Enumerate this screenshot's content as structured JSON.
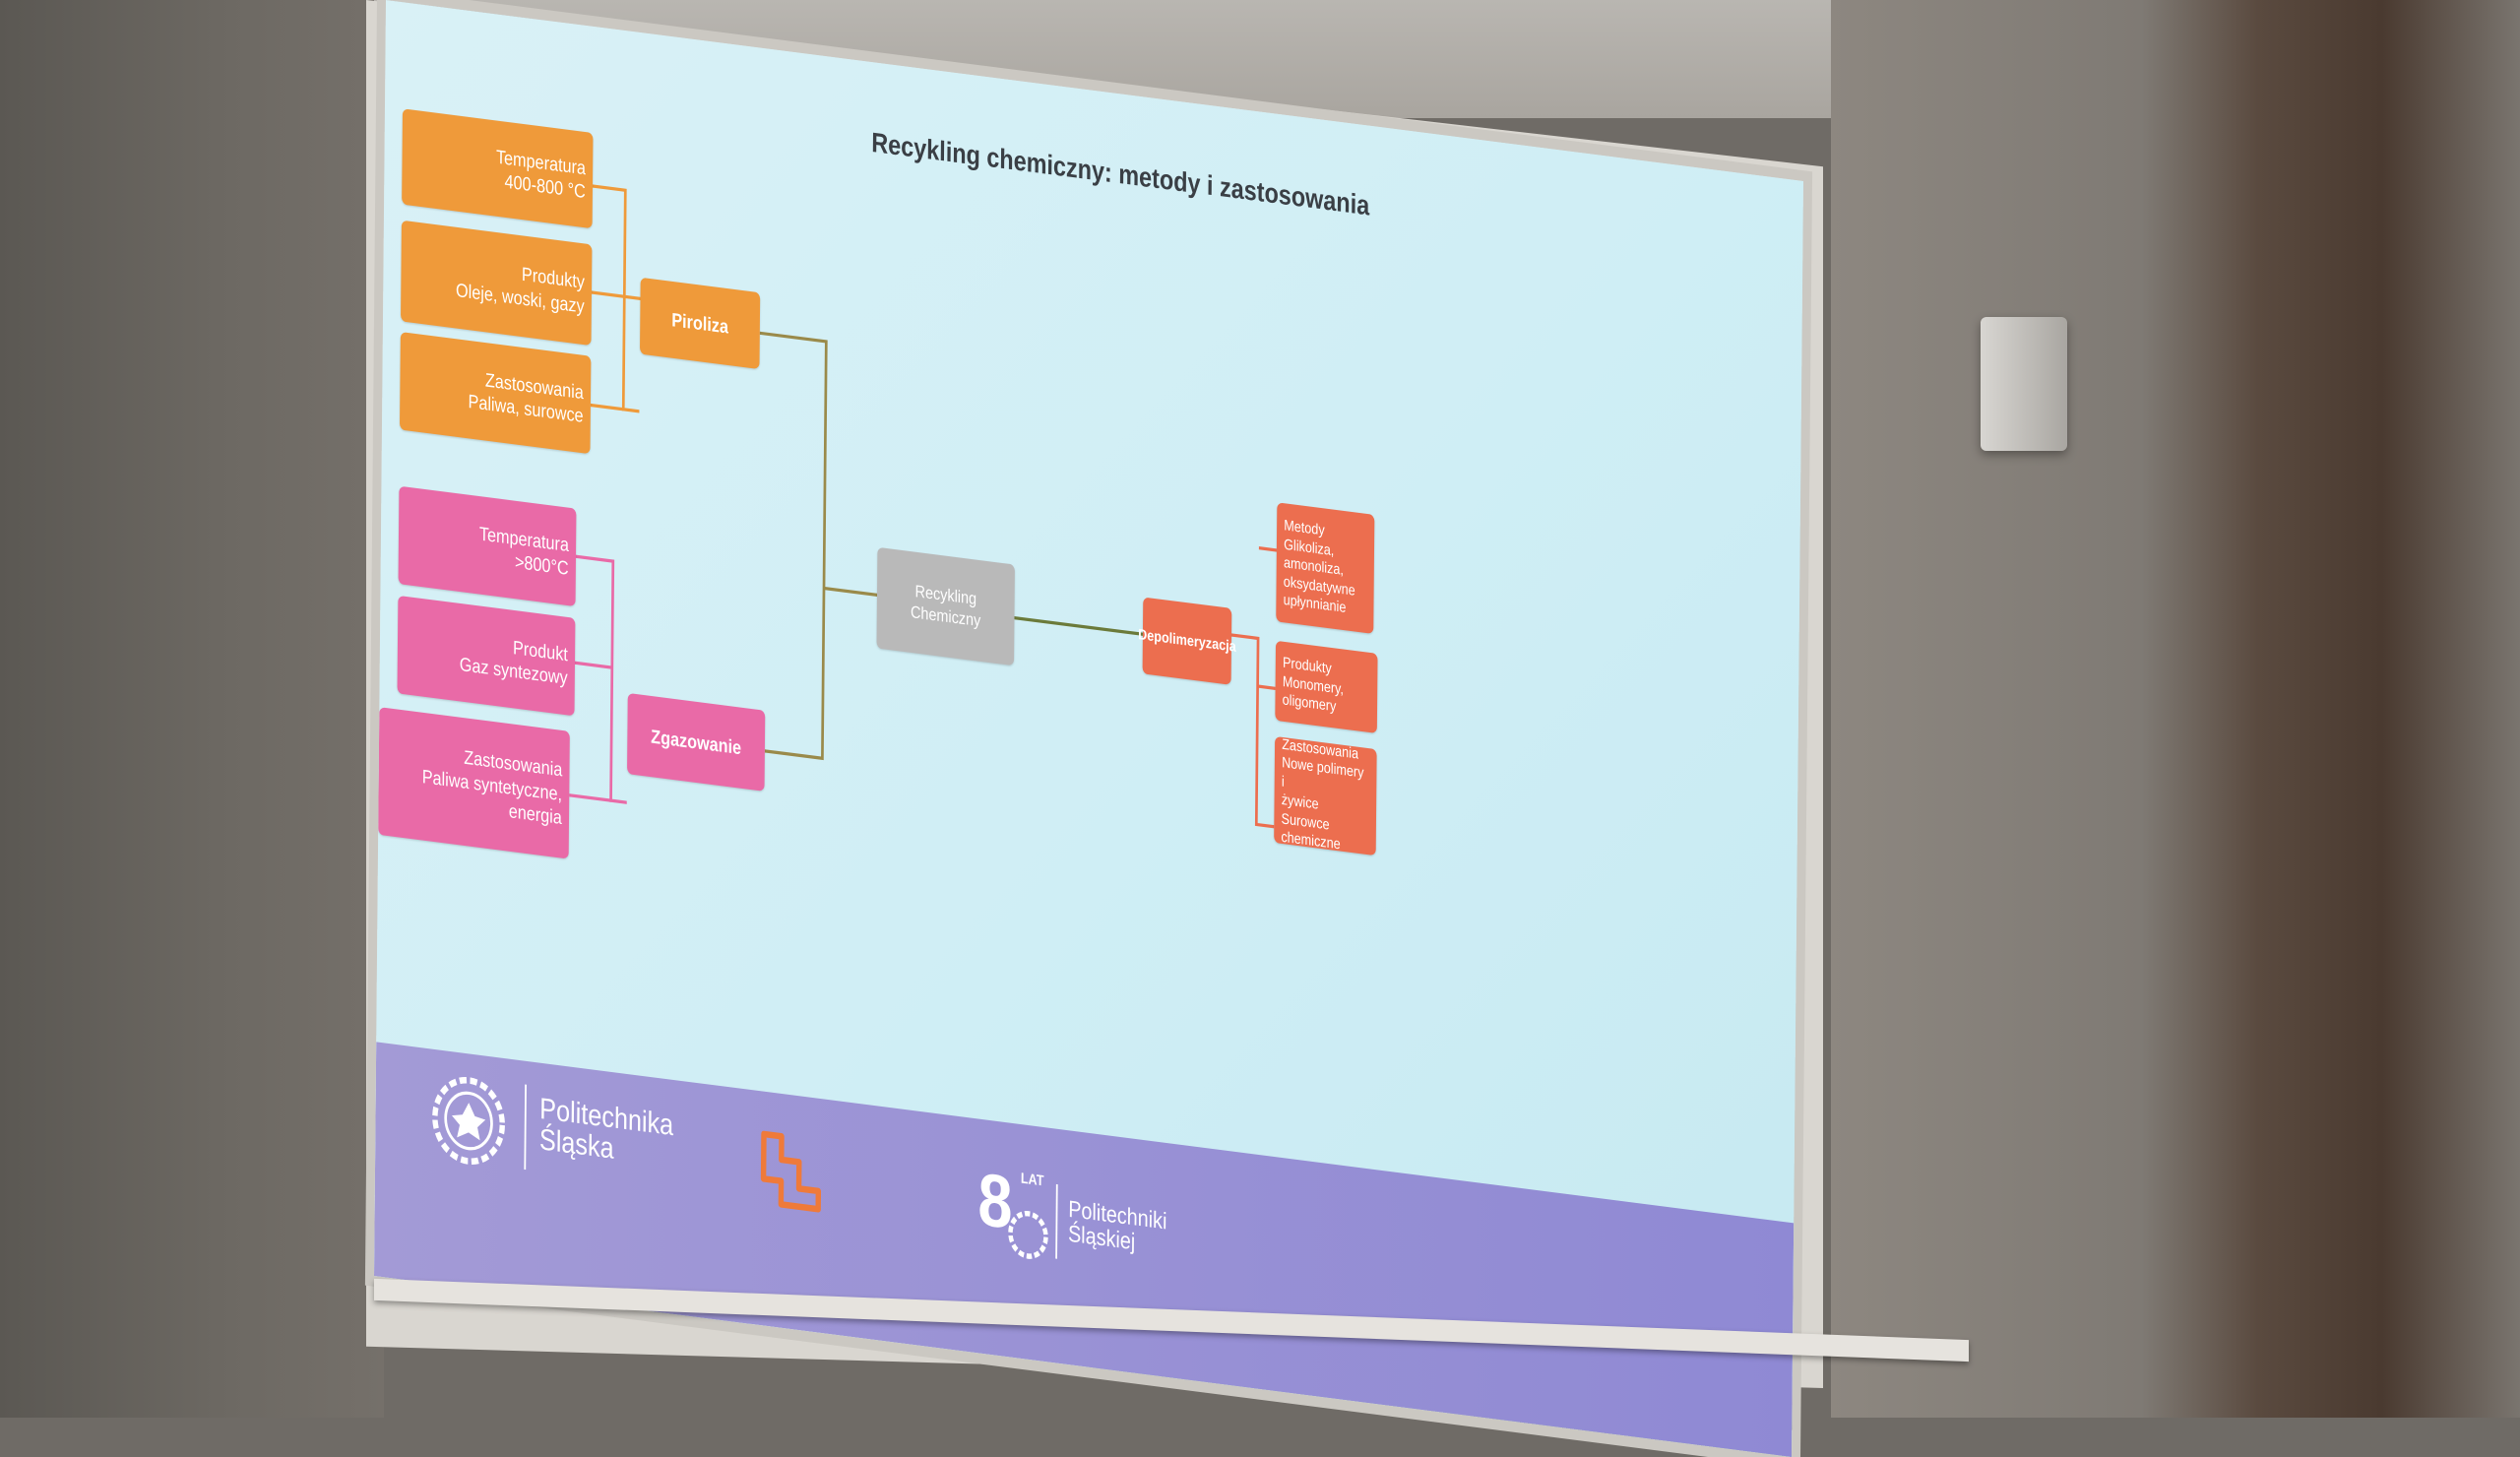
{
  "slide": {
    "title": "Recykling chemiczny: metody i zastosowania",
    "center": "Recykling Chemiczny",
    "branches": {
      "piroliza": {
        "label": "Piroliza",
        "temp": [
          "Temperatura",
          "400-800 °C"
        ],
        "products": [
          "Produkty",
          "Oleje, woski, gazy"
        ],
        "uses": [
          "Zastosowania",
          "Paliwa, surowce"
        ]
      },
      "zgazowanie": {
        "label": "Zgazowanie",
        "temp": [
          "Temperatura",
          ">800°C"
        ],
        "products": [
          "Produkt",
          "Gaz syntezowy"
        ],
        "uses": [
          "Zastosowania",
          "Paliwa syntetyczne,",
          "energia"
        ]
      },
      "depolimeryzacja": {
        "label": "Depolimeryzacja",
        "methods": [
          "Metody",
          "Glikoliza, amonoliza,",
          "oksydatywne",
          "upłynnianie"
        ],
        "products": [
          "Produkty",
          "Monomery, oligomery"
        ],
        "uses": [
          "Zastosowania",
          "Nowe polimery i",
          "żywice",
          "Surowce chemiczne"
        ]
      }
    }
  },
  "footer": {
    "university_line1": "Politechnika",
    "university_line2": "Śląska",
    "anniversary_num": "8",
    "anniversary_lat": "LAT",
    "anniversary_line1": "Politechniki",
    "anniversary_line2": "Śląskiej"
  },
  "colors": {
    "orange": "#ef9a3a",
    "pink": "#e96aa7",
    "red": "#ec6e4f",
    "gray": "#b9b9b9",
    "footer": "#9b93d6"
  }
}
